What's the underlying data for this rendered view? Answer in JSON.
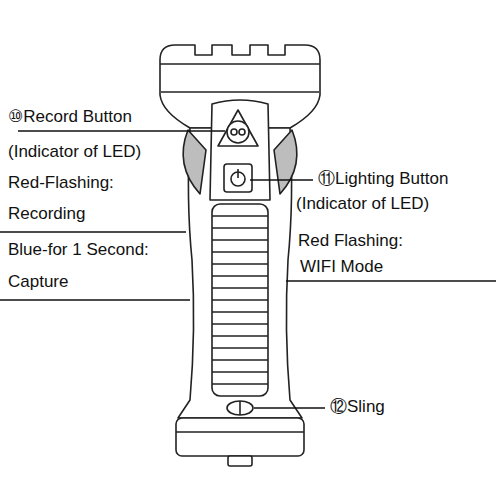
{
  "diagram": {
    "labels": [
      "⑩Record Button",
      "(Indicator of LED)",
      "Red-Flashing:",
      "Recording",
      "Blue-for 1 Second:",
      "Capture",
      "⑪Lighting Button",
      "(Indicator of LED)",
      "Red Flashing:",
      "WIFI Mode",
      "⑫Sling"
    ]
  }
}
